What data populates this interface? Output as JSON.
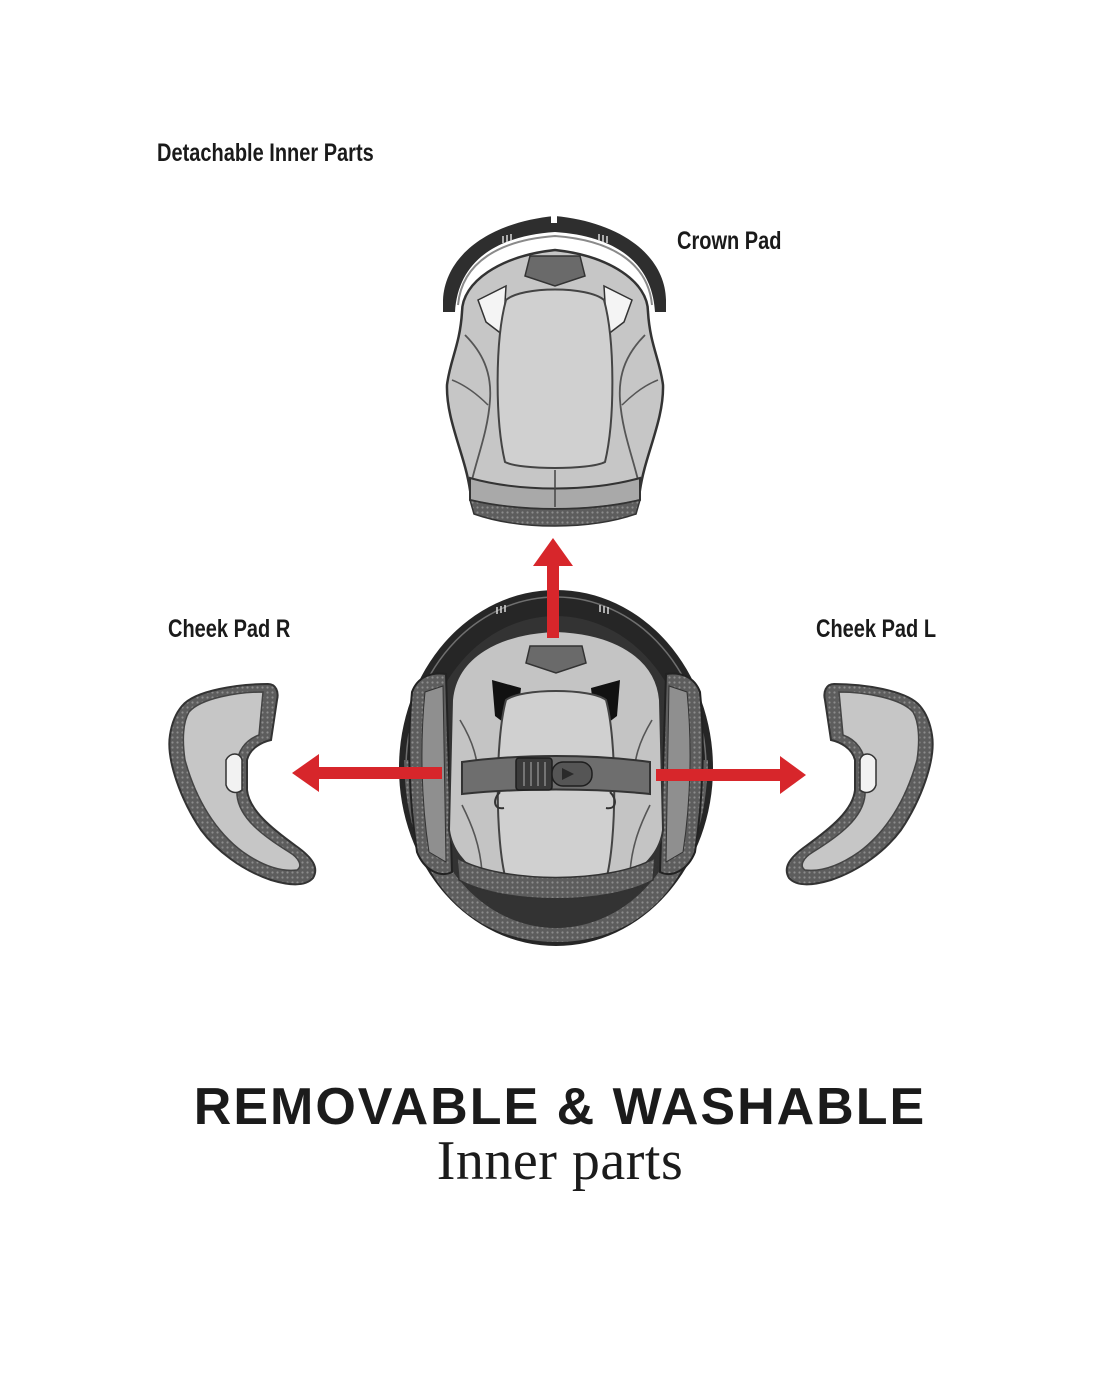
{
  "labels": {
    "section_title": "Detachable Inner Parts",
    "crown_pad": "Crown Pad",
    "cheek_pad_right": "Cheek Pad R",
    "cheek_pad_left": "Cheek Pad L"
  },
  "headline": {
    "title": "REMOVABLE & WASHABLE",
    "subtitle": "Inner parts"
  },
  "colors": {
    "background": "#ffffff",
    "text": "#1b1b1b",
    "arrow": "#d7262b",
    "shell": "#262626",
    "pad": "#c6c6c6"
  },
  "icons": {
    "arrow_up": "arrow-up-icon",
    "arrow_left": "arrow-left-icon",
    "arrow_right": "arrow-right-icon"
  }
}
